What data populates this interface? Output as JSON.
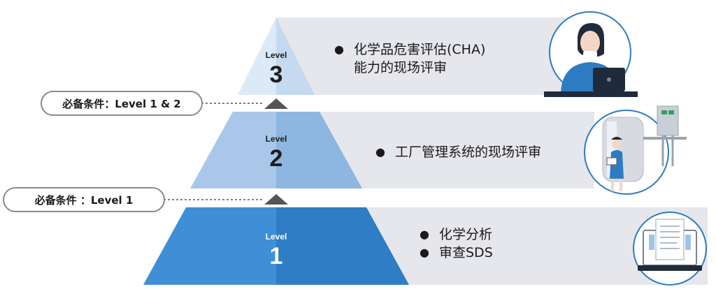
{
  "levels": [
    {
      "word": "Level",
      "number": "3",
      "items": [
        "化学品危害评估(CHA)",
        "能力的现场评审"
      ],
      "bulleted": [
        true,
        false
      ]
    },
    {
      "word": "Level",
      "number": "2",
      "items": [
        "工厂管理系统的现场评审"
      ],
      "bulleted": [
        true
      ]
    },
    {
      "word": "Level",
      "number": "1",
      "items": [
        "化学分析",
        "审查SDS"
      ],
      "bulleted": [
        true,
        true
      ]
    }
  ],
  "prerequisites": [
    {
      "label": "必备条件：Level 1 & 2"
    },
    {
      "label": "必备条件  ：Level 1"
    }
  ],
  "icons": [
    "person-at-laptop-icon",
    "factory-worker-tank-icon",
    "document-laptop-icon"
  ],
  "colors": {
    "level3_left": "#dce9f7",
    "level3_right": "#c5daf0",
    "level2_left": "#a9c8e9",
    "level2_right": "#8db6e0",
    "level1_left": "#3f8fd6",
    "level1_right": "#2f7dc4",
    "band": "#e6e7ec",
    "connector": "#555555"
  }
}
